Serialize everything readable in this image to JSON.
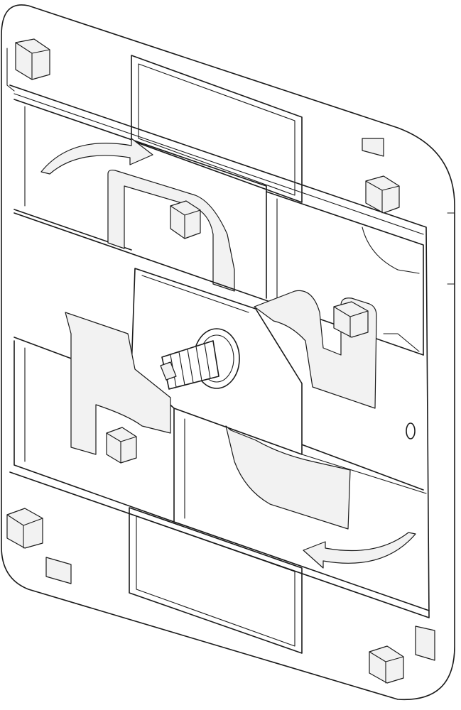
{
  "drawing": {
    "subject": "mounting-plate-with-twist-lock",
    "style": "line-art",
    "colors": {
      "line": "#1a1a1a",
      "fill": "#ffffff",
      "shade": "#f2f2f2"
    },
    "rotation_arrows": 2,
    "corner_bosses": 4
  }
}
